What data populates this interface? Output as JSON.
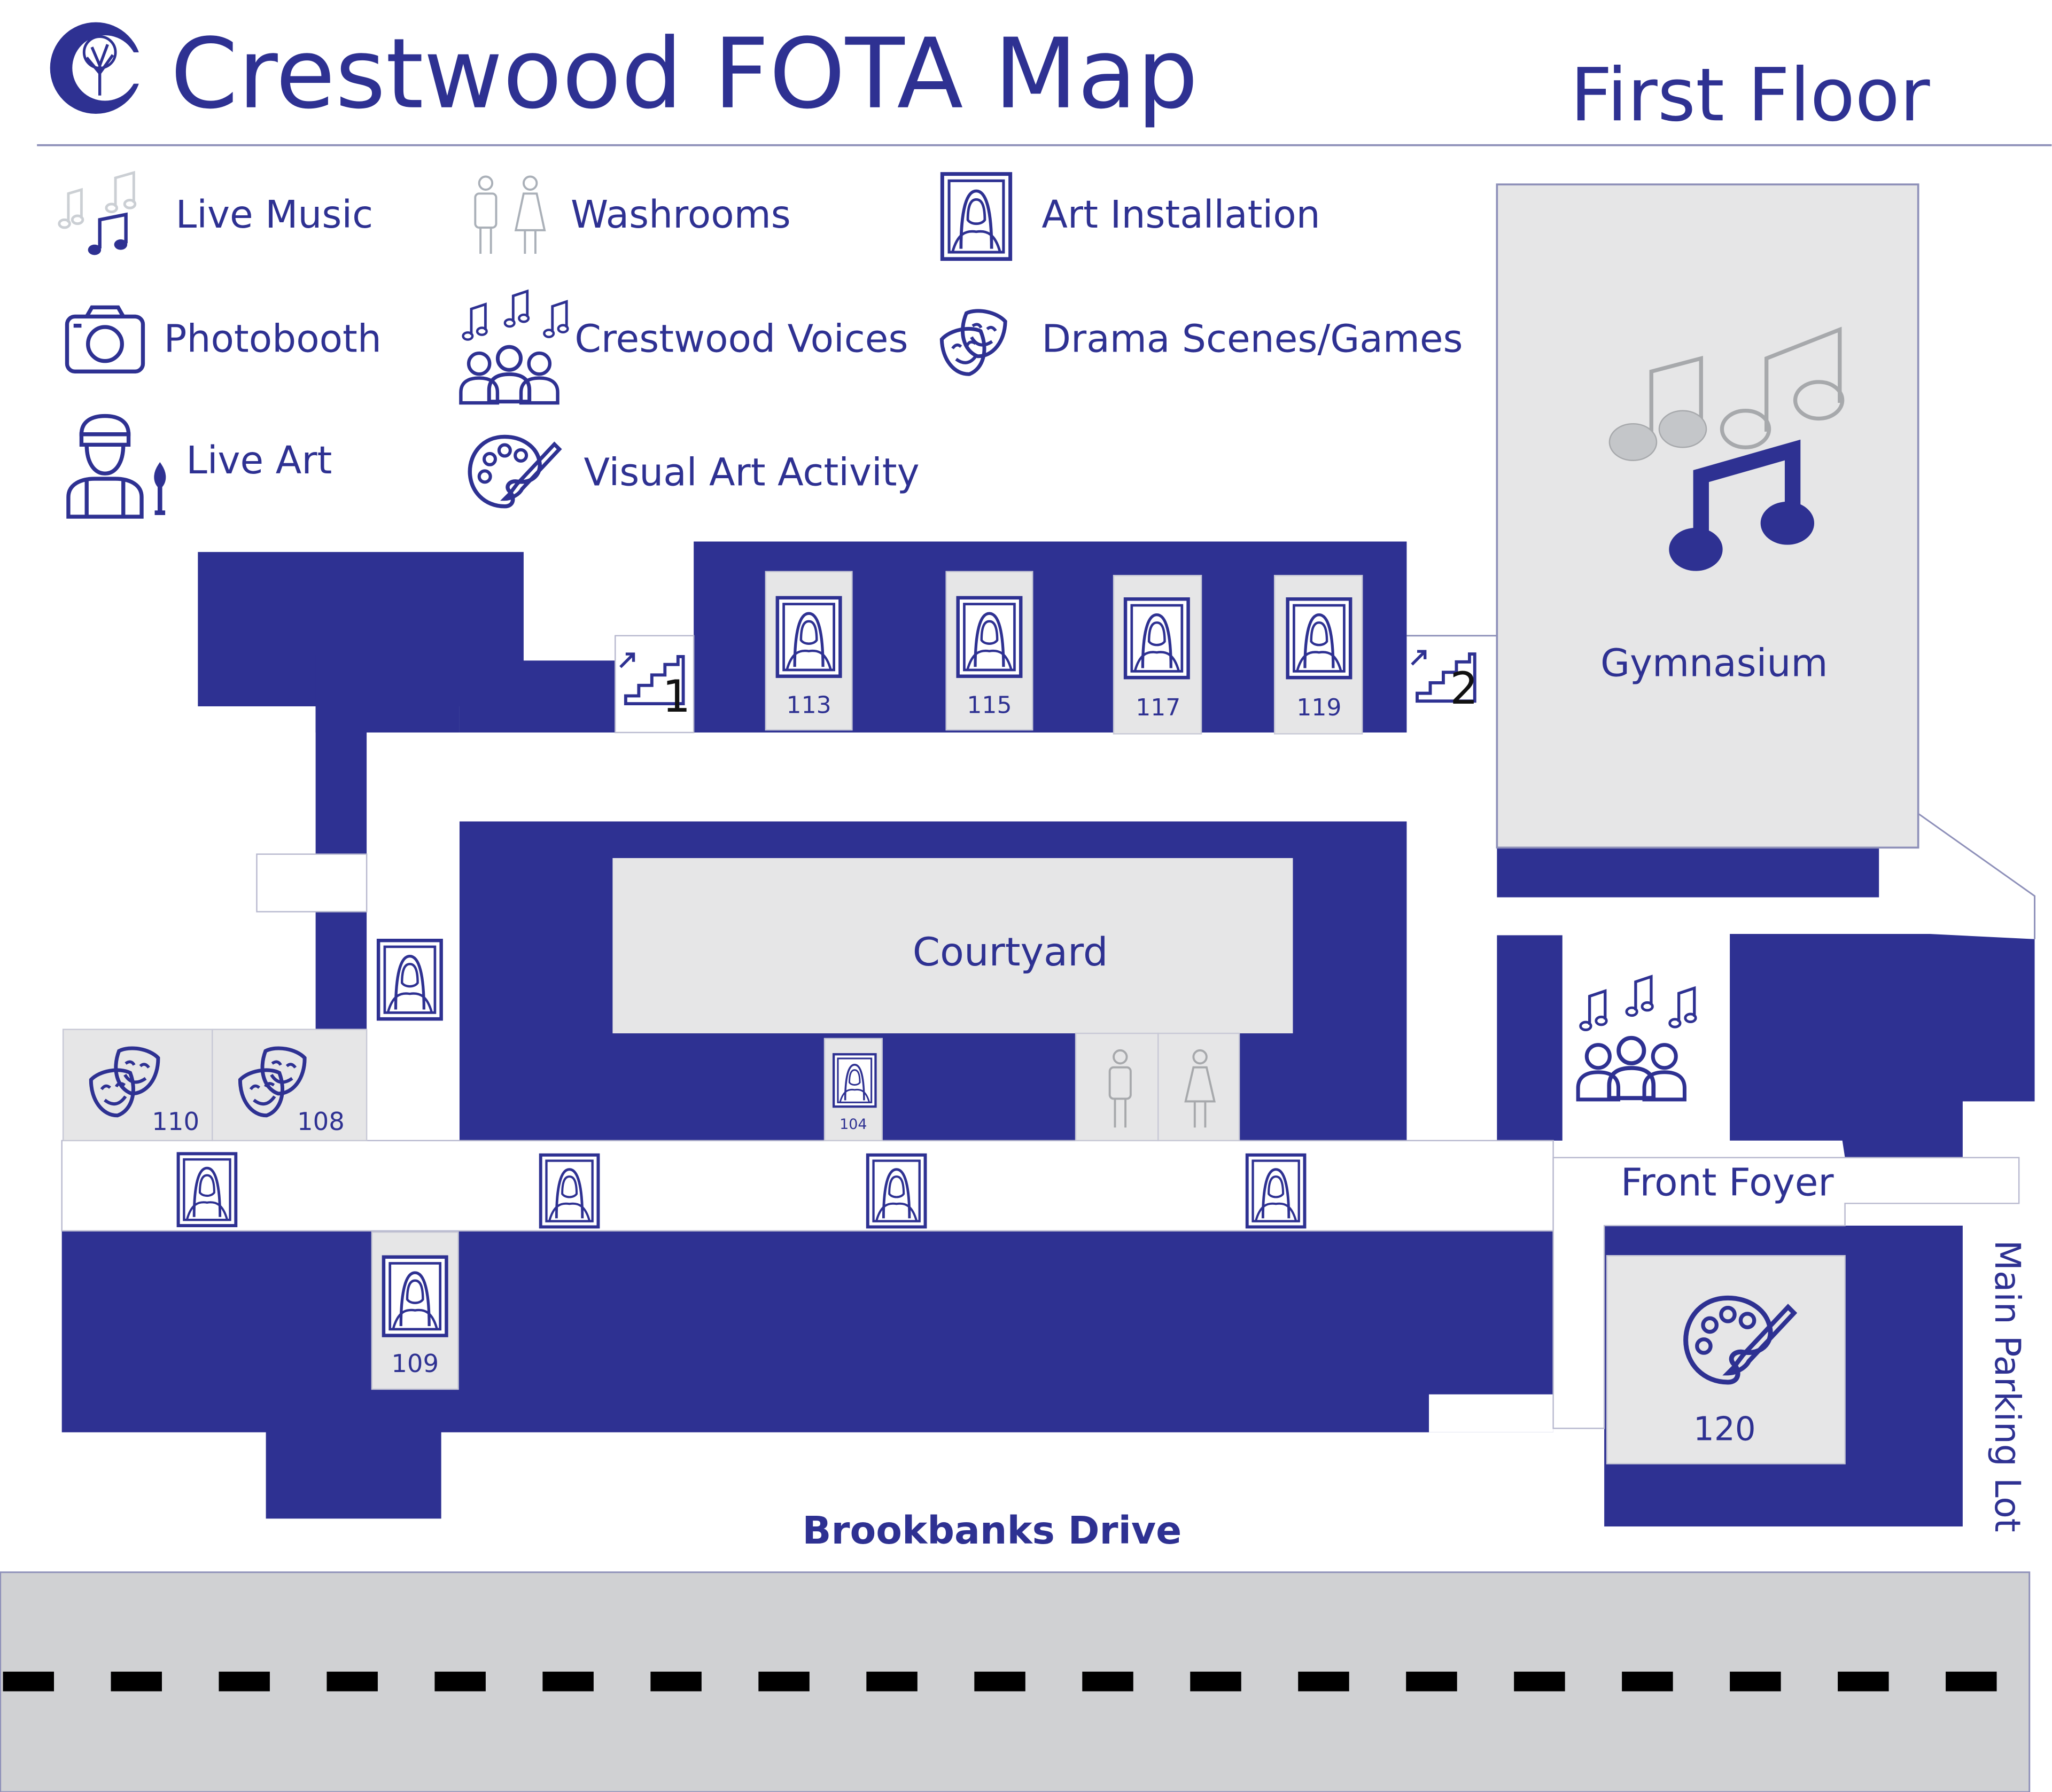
{
  "header": {
    "title": "Crestwood FOTA Map",
    "floor": "First Floor"
  },
  "colors": {
    "navy": "#2e3192",
    "room_grey": "#e6e6e7",
    "road_grey": "#d0d1d3",
    "icon_grey": "#c4c6c9"
  },
  "legend": [
    {
      "icon": "music-notes-icon",
      "label": "Live Music"
    },
    {
      "icon": "washroom-icon",
      "label": "Washrooms"
    },
    {
      "icon": "art-installation-icon",
      "label": "Art Installation"
    },
    {
      "icon": "camera-icon",
      "label": "Photobooth"
    },
    {
      "icon": "choir-icon",
      "label": "Crestwood Voices"
    },
    {
      "icon": "drama-masks-icon",
      "label": "Drama Scenes/Games"
    },
    {
      "icon": "painter-icon",
      "label": "Live Art"
    },
    {
      "icon": "palette-icon",
      "label": "Visual Art Activity"
    }
  ],
  "areas": {
    "gymnasium": "Gymnasium",
    "courtyard": "Courtyard",
    "front_foyer": "Front Foyer",
    "parking": "Main Parking Lot",
    "street": "Brookbanks Drive"
  },
  "rooms": {
    "r113": "113",
    "r115": "115",
    "r117": "117",
    "r119": "119",
    "r110": "110",
    "r108": "108",
    "r104": "104",
    "r109": "109",
    "r120": "120"
  },
  "stairs": {
    "s1": "1",
    "s2": "2"
  }
}
